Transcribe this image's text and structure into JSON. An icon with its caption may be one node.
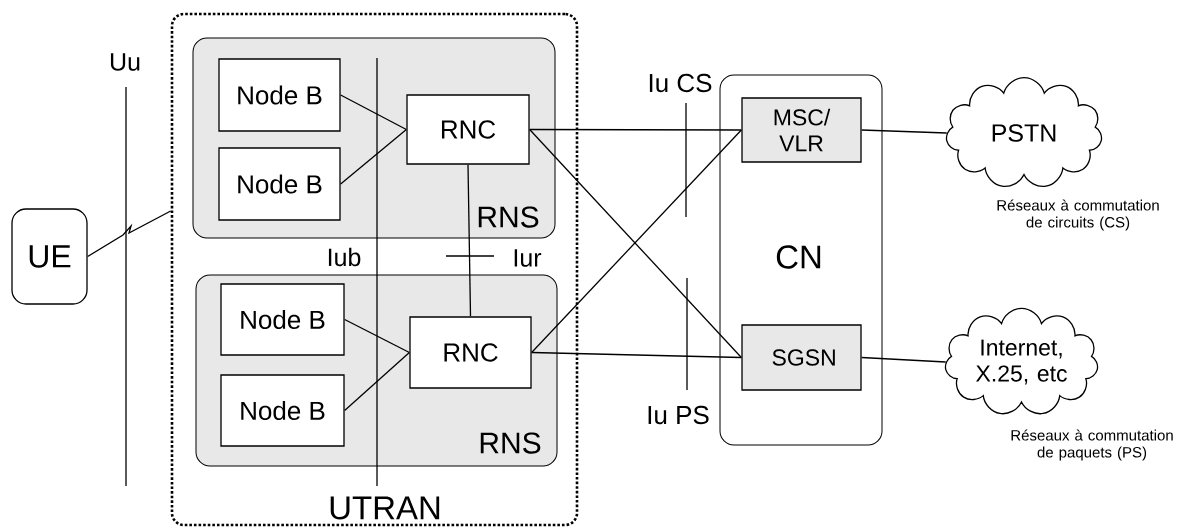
{
  "diagram": {
    "nodes": [
      {
        "text": [
          "UE"
        ]
      },
      {
        "text": [
          "UTRAN"
        ]
      },
      {
        "text": [
          "RNS"
        ],
        "in": 1
      },
      {
        "text": [
          "Node B"
        ],
        "in": 2
      },
      {
        "text": [
          "Node B"
        ],
        "in": 2
      },
      {
        "text": [
          "RNC"
        ],
        "in": 2
      },
      {
        "text": [
          "RNS"
        ],
        "in": 1
      },
      {
        "text": [
          "Node B"
        ],
        "in": 6
      },
      {
        "text": [
          "Node B"
        ],
        "in": 6
      },
      {
        "text": [
          "RNC"
        ],
        "in": 6
      },
      {
        "text": [
          "CN"
        ]
      },
      {
        "text": [
          "MSC/ VLR"
        ],
        "in": 10
      },
      {
        "text": [
          "SGSN"
        ],
        "in": 10
      },
      {
        "text": [
          "PSTN"
        ],
        "beside": [
          "Réseaux à commutation de circuits (CS)"
        ]
      },
      {
        "text": [
          "Internet, X.25, etc"
        ],
        "beside": [
          "Réseaux à commutation de paquets (PS)"
        ]
      }
    ],
    "edges": [
      {
        "from": 0,
        "to": 1,
        "arrow": "none"
      },
      {
        "from": 3,
        "to": 5,
        "arrow": "none"
      },
      {
        "from": 4,
        "to": 5,
        "arrow": "none"
      },
      {
        "from": 5,
        "to": 9,
        "arrow": "none"
      },
      {
        "from": 7,
        "to": 9,
        "arrow": "none"
      },
      {
        "from": 8,
        "to": 9,
        "arrow": "none"
      },
      {
        "from": 5,
        "to": 11,
        "arrow": "none"
      },
      {
        "from": 5,
        "to": 12,
        "arrow": "none"
      },
      {
        "from": 9,
        "to": 11,
        "arrow": "none"
      },
      {
        "from": 9,
        "to": 12,
        "arrow": "none"
      },
      {
        "from": 11,
        "to": 13,
        "arrow": "none"
      },
      {
        "from": 12,
        "to": 14,
        "arrow": "none"
      }
    ],
    "labels": [
      "Uu",
      "Iub",
      "Iur",
      "Iu CS",
      "Iu PS"
    ]
  }
}
